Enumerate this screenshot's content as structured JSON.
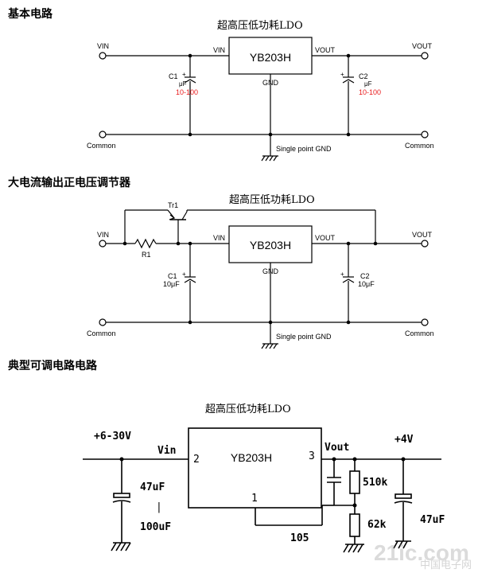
{
  "sections": {
    "basic": {
      "title": "基本电路",
      "chip_title": "超高压低功耗LDO",
      "chip_label": "YB203H",
      "pin_vin": "VIN",
      "pin_vout": "VOUT",
      "pin_gnd": "GND",
      "term_vin": "VIN",
      "term_vout": "VOUT",
      "common_left": "Common",
      "common_right": "Common",
      "c1_label": "C1",
      "c1_unit": "μF",
      "c1_value": "10-100",
      "c2_label": "C2",
      "c2_unit": "μF",
      "c2_value": "10-100",
      "gnd_note": "Single point GND"
    },
    "boost": {
      "title": "大电流输出正电压调节器",
      "chip_title": "超高压低功耗LDO",
      "chip_label": "YB203H",
      "pin_vin": "VIN",
      "pin_vout": "VOUT",
      "pin_gnd": "GND",
      "term_vin": "VIN",
      "term_vout": "VOUT",
      "common_left": "Common",
      "common_right": "Common",
      "tr_label": "Tr1",
      "r1_label": "R1",
      "c1_label": "C1",
      "c1_value": "10μF",
      "c2_label": "C2",
      "c2_value": "10μF",
      "gnd_note": "Single point GND"
    },
    "adjust": {
      "title": "典型可调电路电路",
      "chip_title": "超高压低功耗LDO",
      "chip_label": "YB203H",
      "vin_range": "+6-30V",
      "vin_label": "Vin",
      "vout_label": "Vout",
      "vout_value": "+4V",
      "pin2": "2",
      "pin3": "3",
      "pin1": "1",
      "cin_top": "47uF",
      "cin_sep": "|",
      "cin_bottom": "100uF",
      "r_top": "510k",
      "r_bottom": "62k",
      "cout": "47uF",
      "adj_res": "105"
    }
  },
  "watermark": {
    "text": "中国电子网",
    "domain": "21ic.com"
  },
  "colors": {
    "highlight": "#e8191b",
    "ink": "#000000"
  }
}
